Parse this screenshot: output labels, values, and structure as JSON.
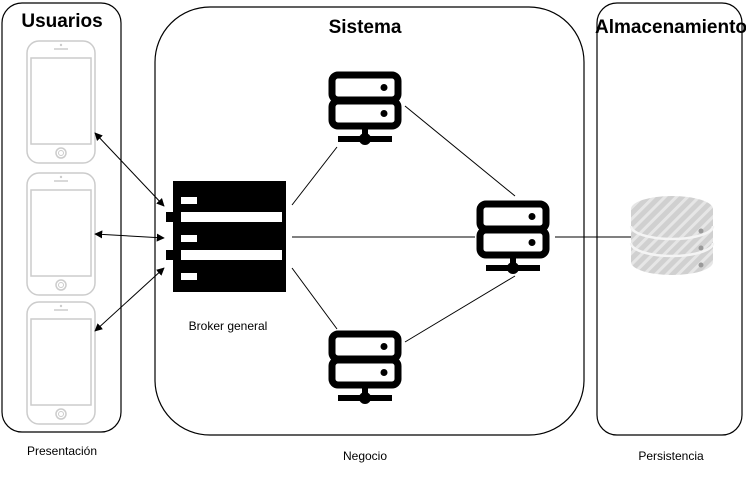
{
  "groups": {
    "usuarios": {
      "title": "Usuarios",
      "caption": "Presentación"
    },
    "sistema": {
      "title": "Sistema",
      "caption": "Negocio"
    },
    "almacenamiento": {
      "title": "Almacenamiento",
      "caption": "Persistencia"
    }
  },
  "broker": {
    "label": "Broker general"
  },
  "icons": {
    "phone": "smartphone-icon",
    "broker": "broker-rack-icon",
    "server": "server-icon",
    "database": "database-icon"
  },
  "colors": {
    "stroke": "#000000",
    "device_outline": "#cccccc",
    "database_fill": "#d0d0d0",
    "database_stripe": "#e8e8e8"
  }
}
